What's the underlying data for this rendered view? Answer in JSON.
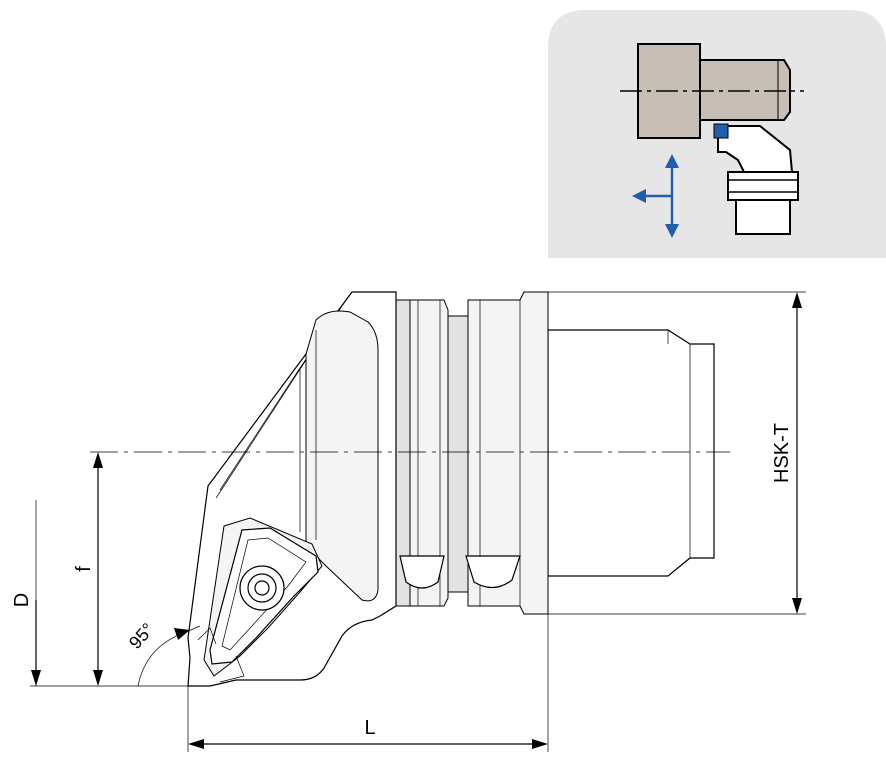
{
  "dimensions": {
    "hsk_label": "HSK-T",
    "f_label": "f",
    "d_label": "D",
    "l_label": "L",
    "angle_label": "95°"
  },
  "inset": {
    "background_color": "#e6e6e6",
    "spindle_color": "#c7beb6",
    "insert_color": "#1f5fae",
    "arrow_color": "#1f5fae"
  }
}
